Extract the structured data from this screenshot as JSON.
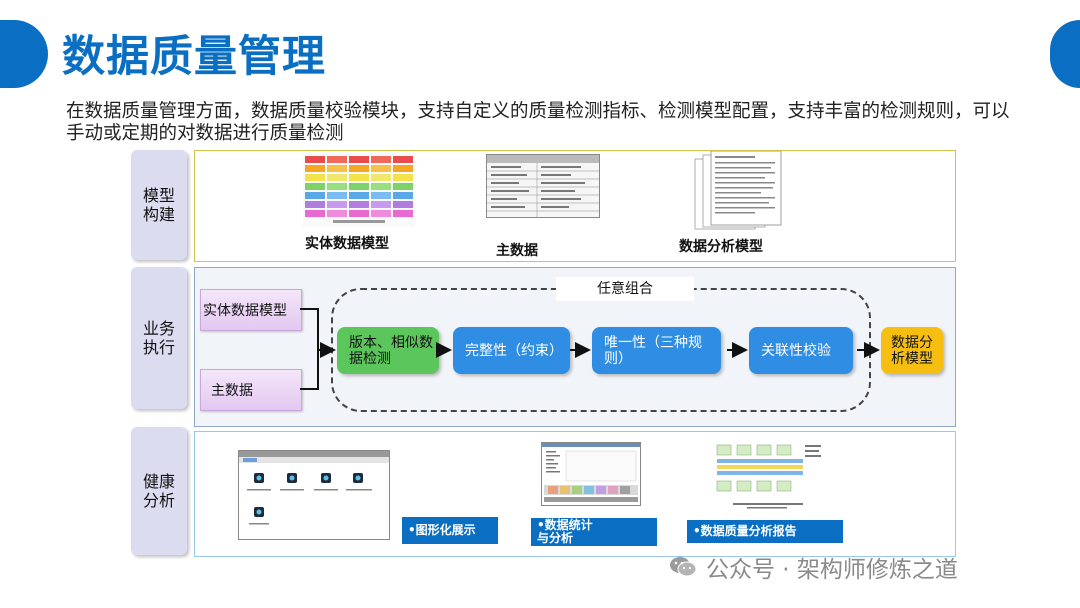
{
  "header": {
    "title": "数据质量管理",
    "subtitle": "在数据质量管理方面，数据质量校验模块，支持自定义的质量检测指标、检测模型配置，支持丰富的检测规则，可以手动或定期的对数据进行质量检测"
  },
  "rows": {
    "modeling": {
      "label": "模型构建",
      "items": [
        {
          "caption": "实体数据模型"
        },
        {
          "caption": "主数据"
        },
        {
          "caption": "数据分析模型"
        }
      ]
    },
    "execution": {
      "label": "业务执行",
      "inputs": [
        "实体数据模型",
        "主数据"
      ],
      "group_label": "任意组合",
      "steps": [
        "版本、相似数据检测",
        "完整性（约束）",
        "唯一性（三种规则）",
        "关联性校验"
      ],
      "output": "数据分析模型"
    },
    "health": {
      "label": "健康分析",
      "items": [
        {
          "caption": "•图形化展示"
        },
        {
          "caption": "•数据统计与分析"
        },
        {
          "caption": "•数据质量分析报告"
        }
      ]
    }
  },
  "colors": {
    "accent": "#0a6fc2",
    "step_green": "#5bc65b",
    "step_blue": "#2f8de4",
    "output_yellow": "#f7be12"
  },
  "watermark": "公众号 · 架构师修炼之道"
}
